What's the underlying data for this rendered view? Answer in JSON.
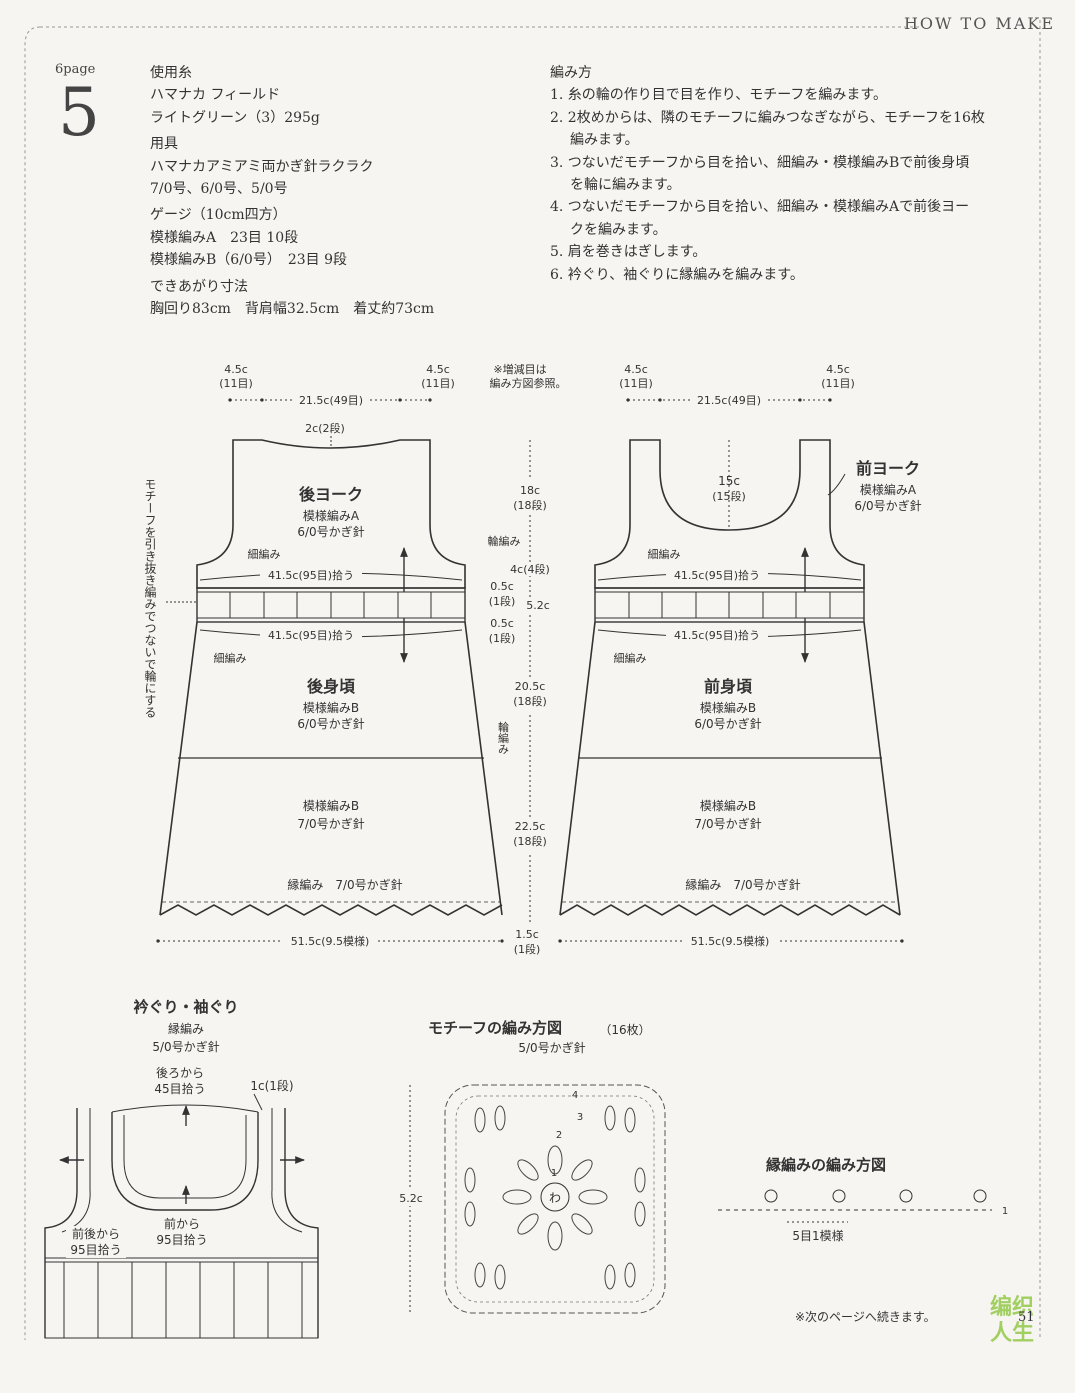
{
  "header": {
    "label": "HOW TO MAKE",
    "page_ref": "6page",
    "pattern_number": "5",
    "page_number": "51"
  },
  "materials": {
    "yarn_title": "使用糸",
    "yarn_name": "ハマナカ フィールド",
    "yarn_color": "ライトグリーン（3）295g",
    "tools_title": "用具",
    "tools_name": "ハマナカアミアミ両かぎ針ラクラク",
    "tools_sizes": "7/0号、6/0号、5/0号",
    "gauge_title": "ゲージ（10cm四方）",
    "gauge_a": "模様編みA　23目 10段",
    "gauge_b": "模様編みB（6/0号）　23目 9段",
    "size_title": "できあがり寸法",
    "size_values": "胸回り83cm　背肩幅32.5cm　着丈約73cm"
  },
  "instructions": {
    "title": "編み方",
    "step1": "1. 糸の輪の作り目で目を作り、モチーフを編みます。",
    "step2a": "2. 2枚めからは、隣のモチーフに編みつなぎながら、モチーフを16枚",
    "step2b": "編みます。",
    "step3a": "3. つないだモチーフから目を拾い、細編み・模様編みBで前後身頃",
    "step3b": "を輪に編みます。",
    "step4a": "4. つないだモチーフから目を拾い、細編み・模様編みAで前後ヨー",
    "step4b": "クを編みます。",
    "step5": "5. 肩を巻きはぎします。",
    "step6": "6. 衿ぐり、袖ぐりに縁編みを編みます。"
  },
  "diagram": {
    "shoulder_w": "4.5c",
    "shoulder_st": "(11目)",
    "neck_w": "21.5c(49目)",
    "note1": "※増減目は",
    "note2": "編み方図参照。",
    "back_neck_depth": "2c(2段)",
    "front_neck_depth": "15c",
    "front_neck_rows": "(15段)",
    "yoke_h": "18c",
    "yoke_rows": "(18段)",
    "back_yoke": "後ヨーク",
    "front_yoke": "前ヨーク",
    "pattern_a": "模様編みA",
    "hook_6": "6/0号かぎ針",
    "hook_7": "7/0号かぎ針",
    "sc": "細編み",
    "round": "輪編み",
    "pickup": "41.5c(95目)拾う",
    "sc_h": "4c(4段)",
    "half_cm": "0.5c",
    "one_row": "(1段)",
    "motif_h": "5.2c",
    "join_note": "モチーフを引き抜き編みでつないで輪にする",
    "back_body": "後身頃",
    "front_body": "前身頃",
    "pattern_b": "模様編みB",
    "body_upper_h": "20.5c",
    "body_lower_h": "22.5c",
    "body_rows": "(18段)",
    "edging": "縁編み　7/0号かぎ針",
    "hem_h": "1.5c",
    "width": "51.5c(9.5模様)"
  },
  "neckline": {
    "title": "衿ぐり・袖ぐり",
    "edging": "縁編み",
    "hook": "5/0号かぎ針",
    "back_pick1": "後ろから",
    "back_pick2": "45目拾う",
    "band": "1c(1段)",
    "front_pick1": "前から",
    "front_pick2": "95目拾う",
    "armhole_pick1": "前後から",
    "armhole_pick2": "95目拾う"
  },
  "motif": {
    "title": "モチーフの編み方図",
    "count": "（16枚）",
    "hook": "5/0号かぎ針",
    "size": "5.2c",
    "ring": "わ",
    "r1": "1",
    "r2": "2",
    "r3": "3",
    "r4": "4"
  },
  "edging_chart": {
    "title": "縁編みの編み方図",
    "repeat": "5目1模様",
    "row": "1"
  },
  "footer": {
    "continued": "※次のページへ続きます。",
    "watermark": "编织人生"
  },
  "colors": {
    "paper": "#f7f5f1",
    "ink": "#333333",
    "watermark": "#8cc63f"
  }
}
